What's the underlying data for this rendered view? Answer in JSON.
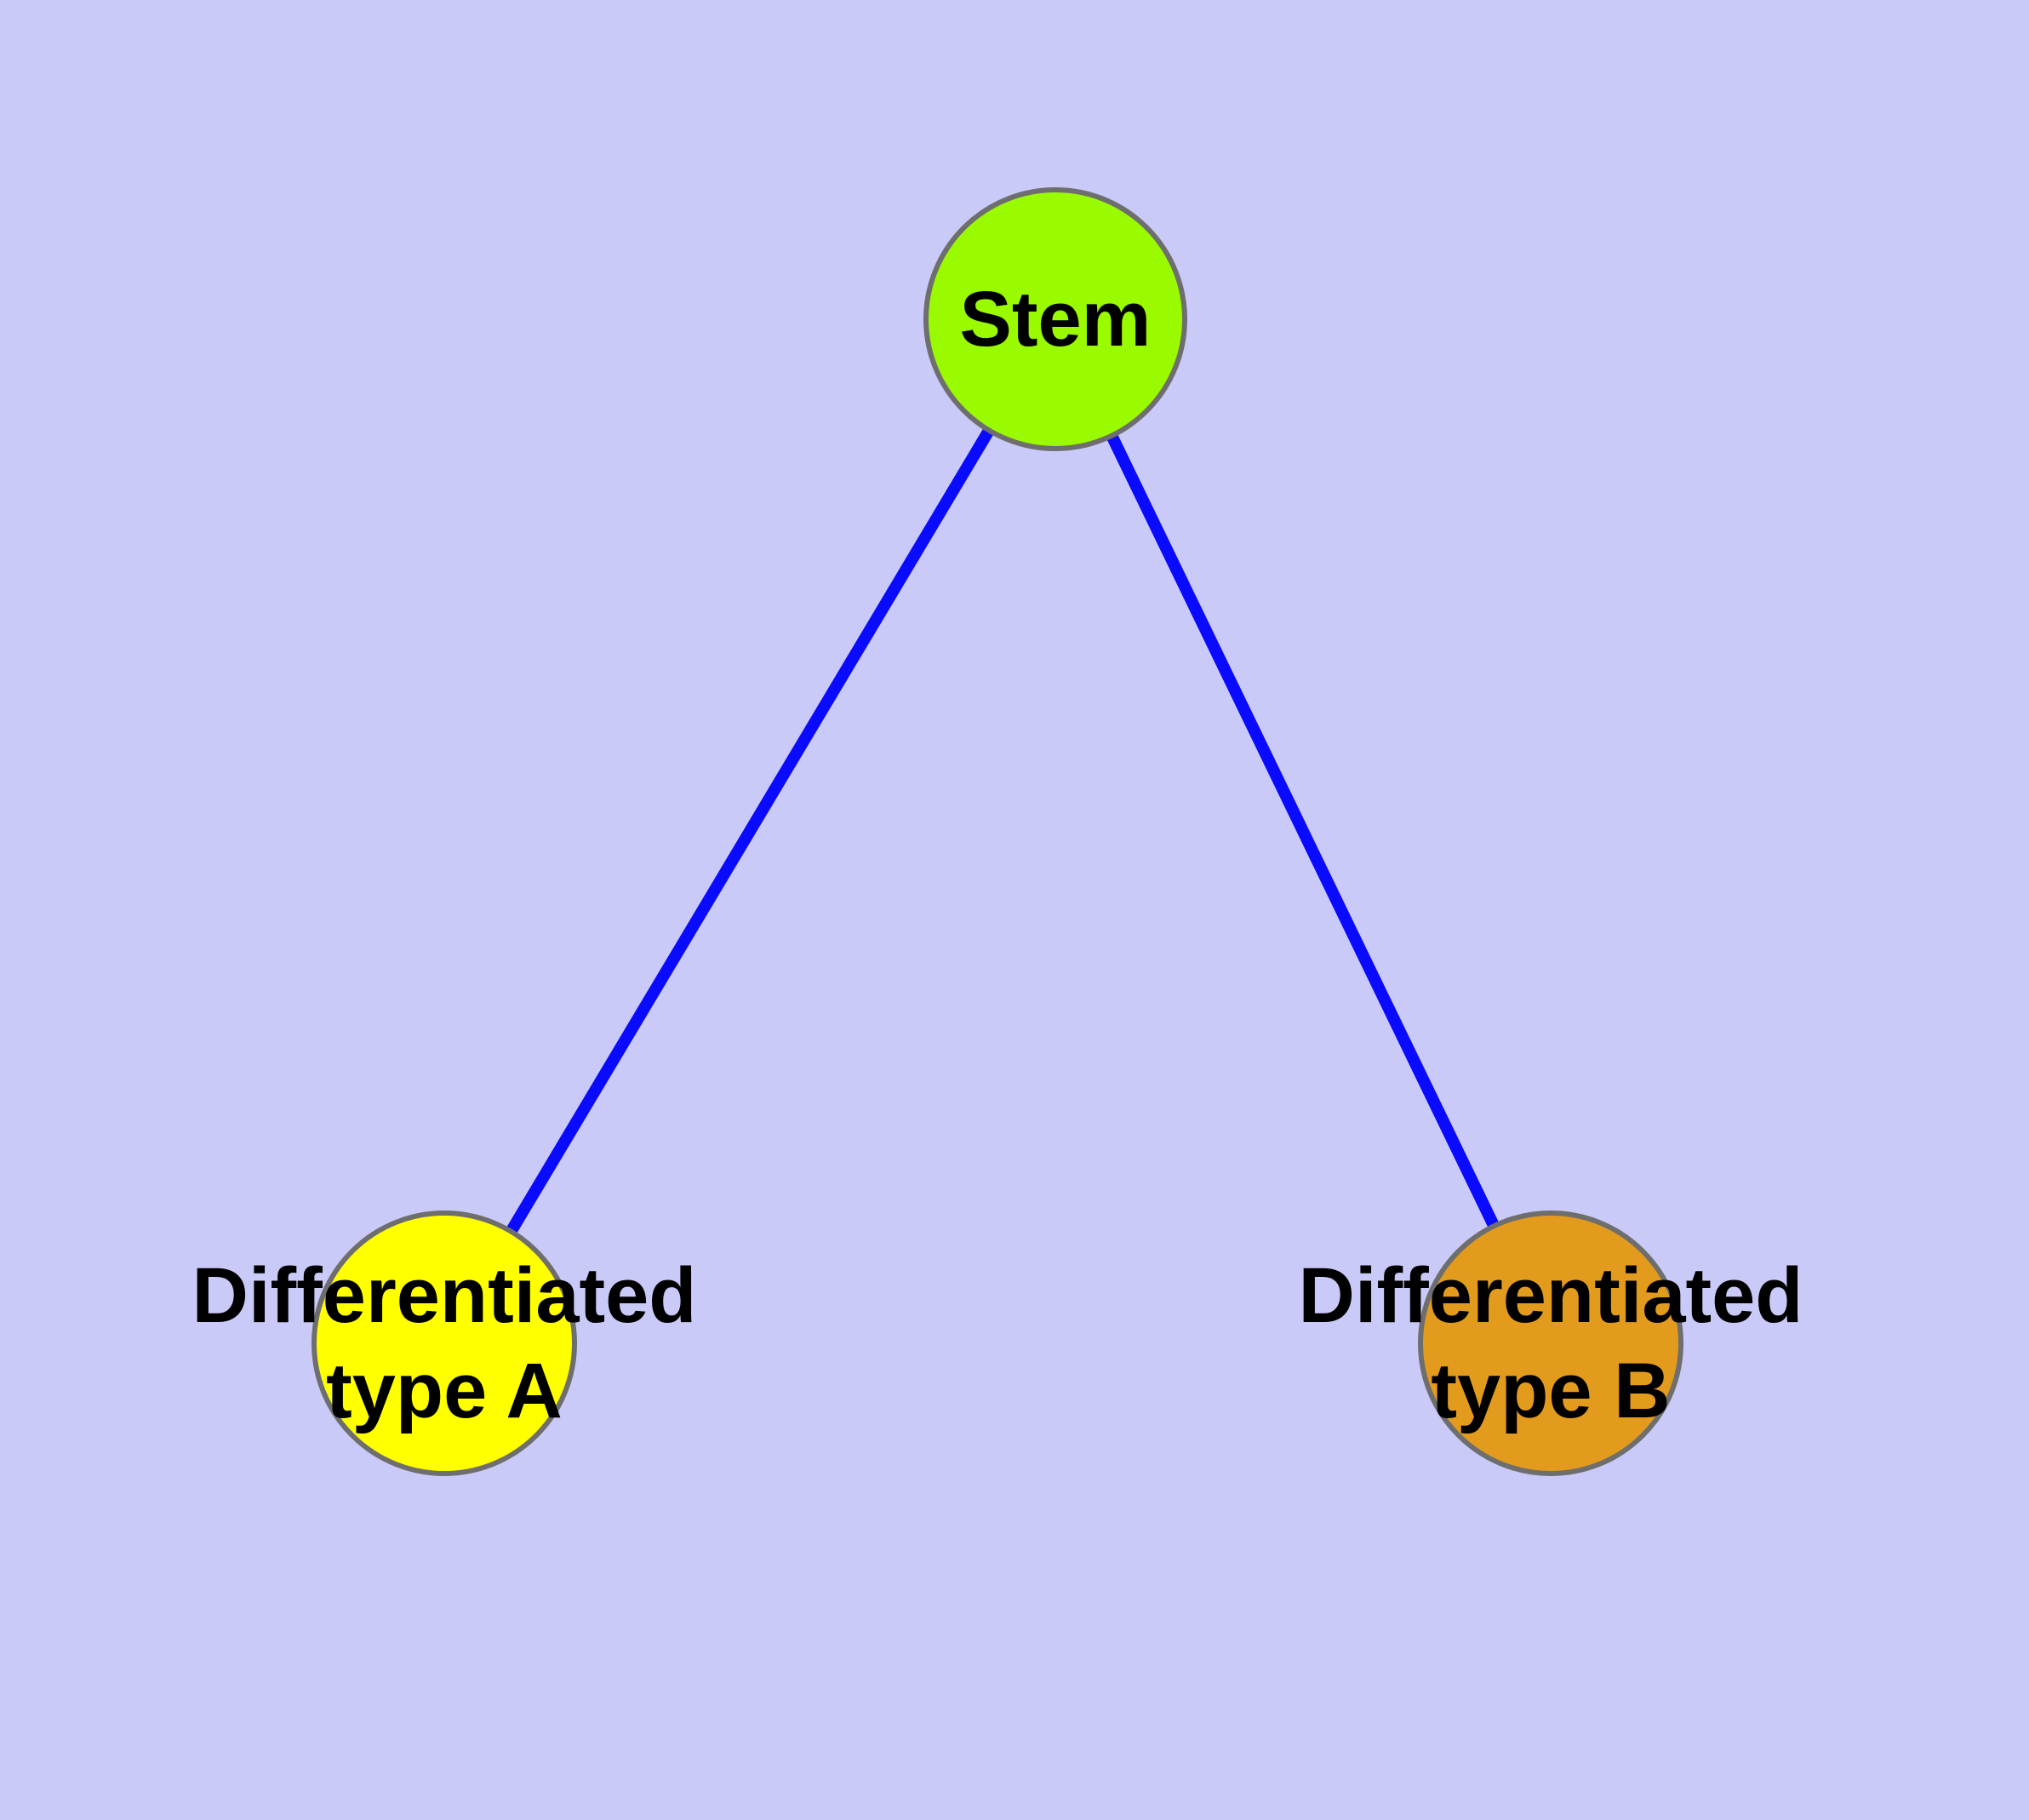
{
  "diagram": {
    "type": "graph",
    "colors": {
      "background": "#CACAF8",
      "edge": "#0A0AFF",
      "node_border": "#6E6E6E",
      "label_text": "#000000"
    },
    "nodes": [
      {
        "id": "stem",
        "label": "Stem",
        "fill": "#9AFA00"
      },
      {
        "id": "differentiated-type-a",
        "label": "Differentiated\ntype A",
        "fill": "#FFFF00"
      },
      {
        "id": "differentiated-type-b",
        "label": "Differentiated\ntype B",
        "fill": "#E39B1E"
      }
    ],
    "edges": [
      {
        "from": "stem",
        "to": "differentiated-type-a"
      },
      {
        "from": "stem",
        "to": "differentiated-type-b"
      }
    ]
  }
}
